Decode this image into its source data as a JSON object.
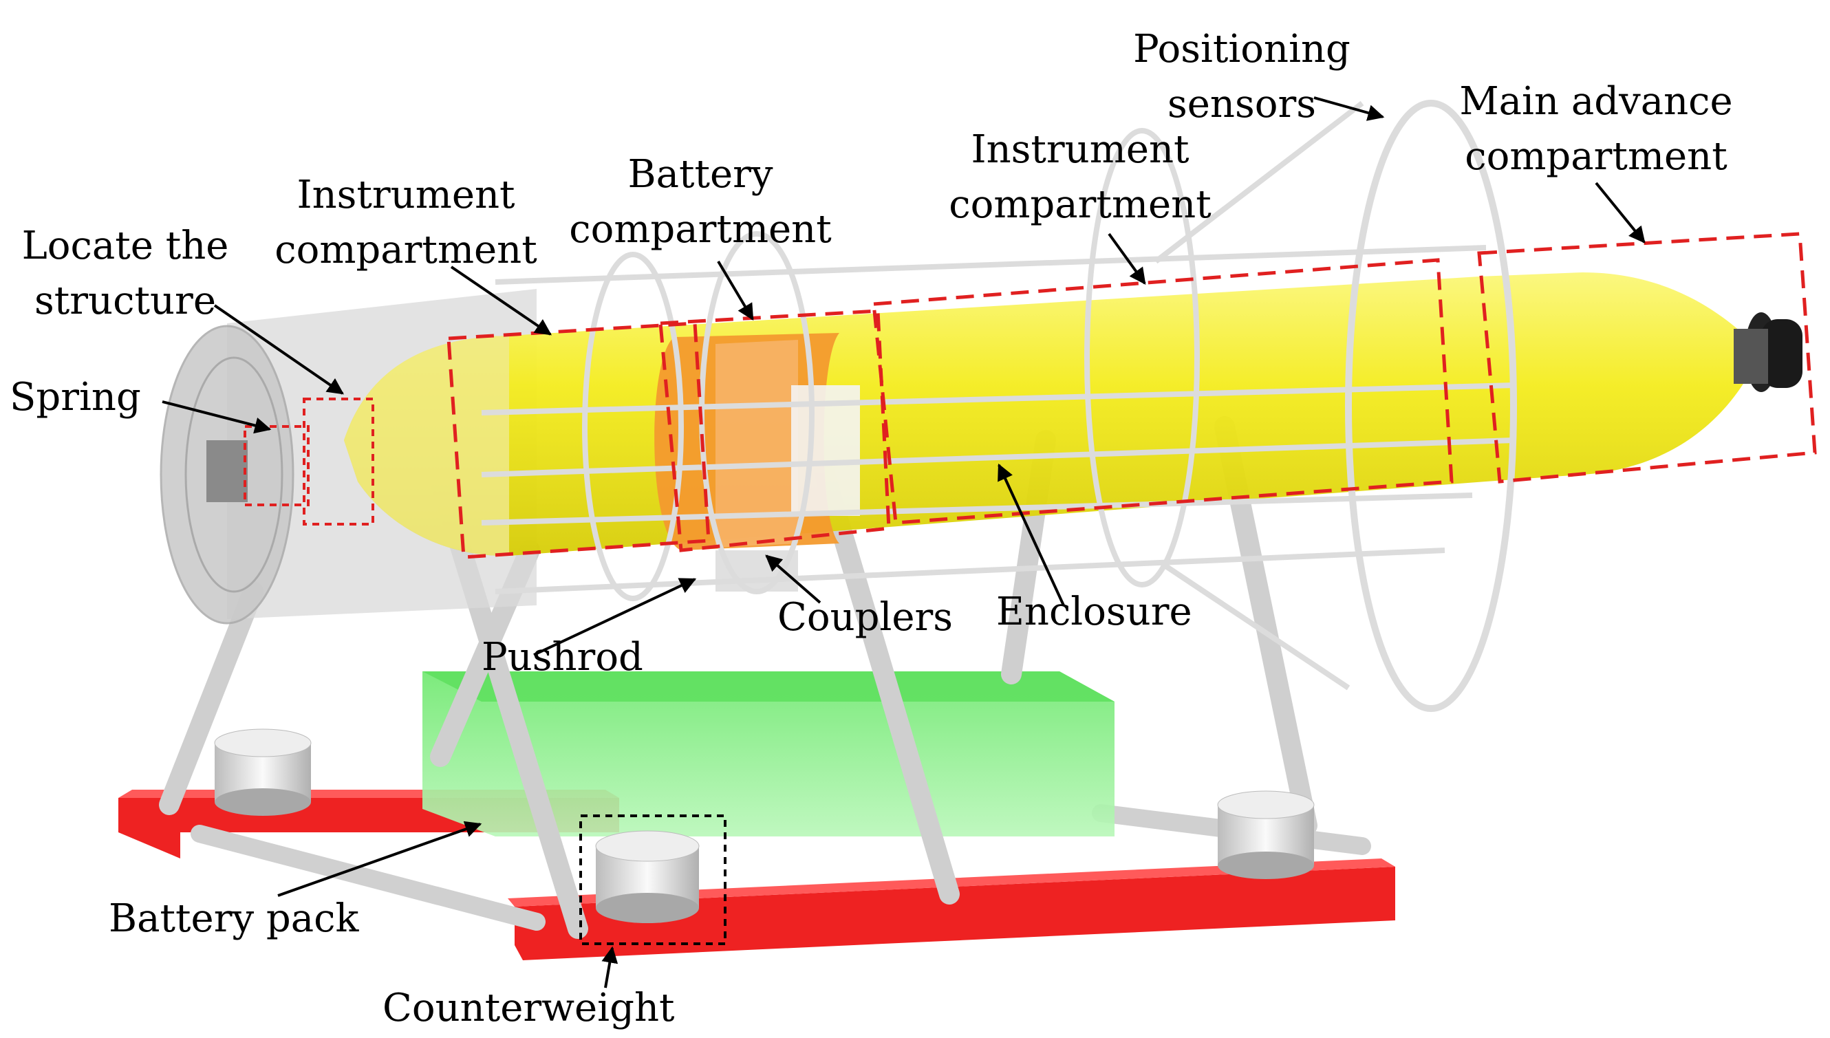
{
  "labels": {
    "positioning_sensors": [
      "Positioning",
      "sensors"
    ],
    "main_advance_compartment": [
      "Main advance",
      "compartment"
    ],
    "instrument_compartment_right": [
      "Instrument",
      "compartment"
    ],
    "battery_compartment": [
      "Battery",
      "compartment"
    ],
    "instrument_compartment_left": [
      "Instrument",
      "compartment"
    ],
    "locate_the_structure": [
      "Locate the",
      "structure"
    ],
    "spring": "Spring",
    "couplers": "Couplers",
    "enclosure": "Enclosure",
    "pushrod": "Pushrod",
    "battery_pack": "Battery pack",
    "counterweight": "Counterweight"
  },
  "colors": {
    "body_yellow": "#f4ec1e",
    "coupler_orange": "#f39a2e",
    "battery_green": "#7ef07e",
    "base_red": "#ee2222",
    "frame_gray": "#d6d6d6",
    "dash_red": "#e02020",
    "dash_black": "#000000"
  }
}
